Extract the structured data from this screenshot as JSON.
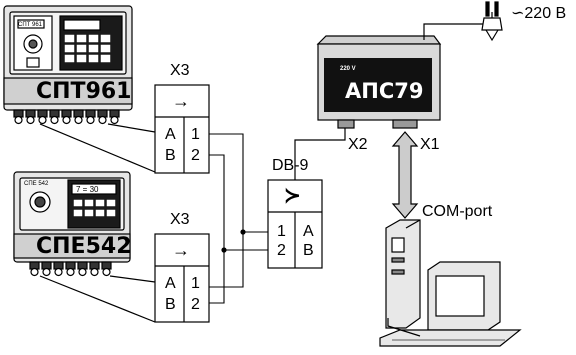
{
  "power": {
    "label": "~220 В",
    "glyph": "∽",
    "voltage": "220 В"
  },
  "aps79": {
    "name": "АПС79",
    "voltage_mark": "220 V",
    "port_x1": "X1",
    "port_x2": "X2"
  },
  "com_port": {
    "label": "COM-port"
  },
  "spt961": {
    "name": "СПТ961",
    "panel_mark": "СПТ 961"
  },
  "spe542": {
    "name": "СПЕ542",
    "panel_mark": "СПЕ 542",
    "display_text": "7 = 30"
  },
  "x3_top": {
    "label": "X3",
    "symbol": "→",
    "left": [
      "A",
      "B"
    ],
    "right": [
      "1",
      "2"
    ]
  },
  "x3_bottom": {
    "label": "X3",
    "symbol": "→",
    "left": [
      "A",
      "B"
    ],
    "right": [
      "1",
      "2"
    ]
  },
  "db9": {
    "label": "DB-9",
    "symbol": "≻",
    "left": [
      "1",
      "2"
    ],
    "right": [
      "A",
      "B"
    ]
  },
  "colors": {
    "line": "#000000",
    "device_body": "#e6e6e6",
    "aps_body": "#d9d9d9",
    "aps_panel": "#111111",
    "cable": "#bfbfbf"
  }
}
